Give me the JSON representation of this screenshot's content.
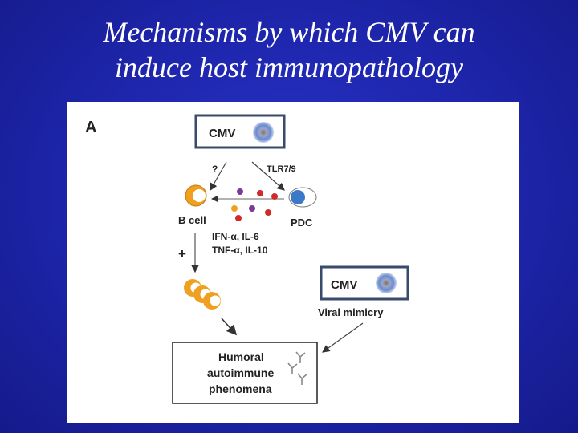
{
  "slide": {
    "title_line1": "Mechanisms by which CMV can",
    "title_line2": "induce host immunopathology"
  },
  "figure": {
    "panel_letter": "A",
    "cmv_top": "CMV",
    "question_mark": "?",
    "tlr_label": "TLR7/9",
    "b_cell_label": "B cell",
    "pdc_label": "PDC",
    "cytokines_line1": "IFN-α, IL-6",
    "cytokines_line2": "TNF-α, IL-10",
    "plus_sign": "+",
    "cmv_mimicry": "CMV",
    "viral_mimicry": "Viral mimicry",
    "outcome_line1": "Humoral",
    "outcome_line2": "autoimmune",
    "outcome_line3": "phenomena"
  },
  "colors": {
    "b_cell": "#f0a020",
    "pdc": "#3c78c8",
    "cytokine_purple": "#7a3a9a",
    "cytokine_red": "#d22a2a",
    "cytokine_orange": "#f0a020",
    "box_border": "#3a4a6a"
  }
}
